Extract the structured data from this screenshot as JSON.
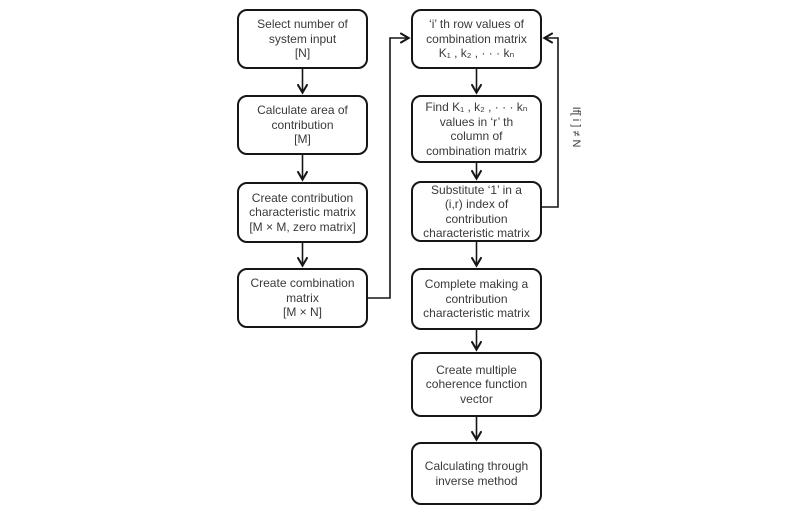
{
  "diagram": {
    "type": "flowchart",
    "left_column": [
      {
        "id": "select-system-input",
        "label": "Select number of\nsystem input\n[N]"
      },
      {
        "id": "calculate-area",
        "label": "Calculate area of\ncontribution\n[M]"
      },
      {
        "id": "create-characteristic-matrix",
        "label": "Create contribution\ncharacteristic matrix\n[M × M, zero matrix]"
      },
      {
        "id": "create-combination-matrix",
        "label": "Create combination\nmatrix\n[M × N]"
      }
    ],
    "right_column": [
      {
        "id": "ith-row-values",
        "label": "‘i’ th row values of\ncombination matrix\nK₁ , k₂ , · · · kₙ"
      },
      {
        "id": "find-values-rth-column",
        "label": "Find K₁ , k₂ , · · · kₙ\nvalues in ‘r’ th\ncolumn of\ncombination matrix"
      },
      {
        "id": "substitute-one",
        "label": "Substitute ‘1’ in a\n(i,r) index of\ncontribution\ncharacteristic matrix"
      },
      {
        "id": "complete-matrix",
        "label": "Complete making a\ncontribution\ncharacteristic matrix"
      },
      {
        "id": "coherence-function-vector",
        "label": "Create multiple\ncoherence function\nvector"
      },
      {
        "id": "inverse-method",
        "label": "Calculating through\ninverse method"
      }
    ],
    "loop_condition_label": "If[ i ] ≠ N",
    "edges": [
      {
        "from": "select-system-input",
        "to": "calculate-area"
      },
      {
        "from": "calculate-area",
        "to": "create-characteristic-matrix"
      },
      {
        "from": "create-characteristic-matrix",
        "to": "create-combination-matrix"
      },
      {
        "from": "create-combination-matrix",
        "to": "ith-row-values"
      },
      {
        "from": "ith-row-values",
        "to": "find-values-rth-column"
      },
      {
        "from": "find-values-rth-column",
        "to": "substitute-one"
      },
      {
        "from": "substitute-one",
        "to": "complete-matrix"
      },
      {
        "from": "substitute-one",
        "to": "ith-row-values",
        "label": "If[ i ] ≠ N"
      },
      {
        "from": "complete-matrix",
        "to": "coherence-function-vector"
      },
      {
        "from": "coherence-function-vector",
        "to": "inverse-method"
      }
    ],
    "colors": {
      "background": "#ffffff",
      "box_fill": "#ffffff",
      "box_border": "#161616",
      "arrow": "#161616",
      "text": "#3a3a3a"
    }
  }
}
